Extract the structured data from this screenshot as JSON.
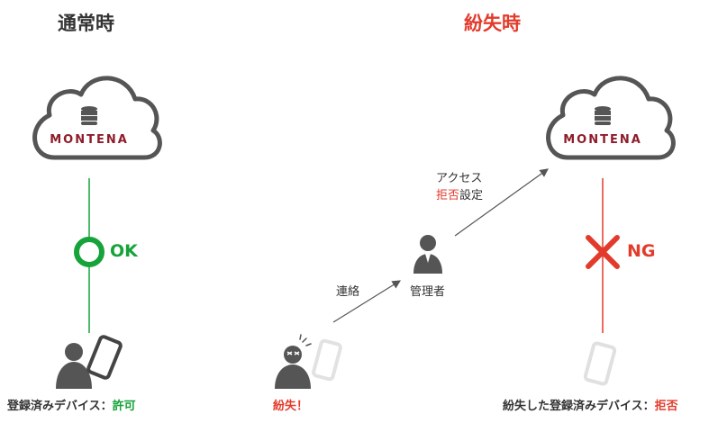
{
  "colors": {
    "text": "#333333",
    "red": "#e33b2b",
    "green": "#15a33a",
    "maroon": "#8e1c2a",
    "gray": "#666666",
    "light_gray": "#d0d0d0"
  },
  "normal": {
    "title": "通常時",
    "cloud_logo": "MONTENA",
    "status_text": "OK",
    "caption_main": "登録済みデバイス：",
    "caption_status": "許可"
  },
  "lost": {
    "title": "紛失時",
    "cloud_logo": "MONTENA",
    "status_text": "NG",
    "contact_label": "連絡",
    "manager_label": "管理者",
    "access_line1": "アクセス",
    "access_reject": "拒否",
    "access_setting": "設定",
    "lost_caption": "紛失！",
    "device_caption_main": "紛失した登録済みデバイス：",
    "device_caption_status": "拒否"
  }
}
